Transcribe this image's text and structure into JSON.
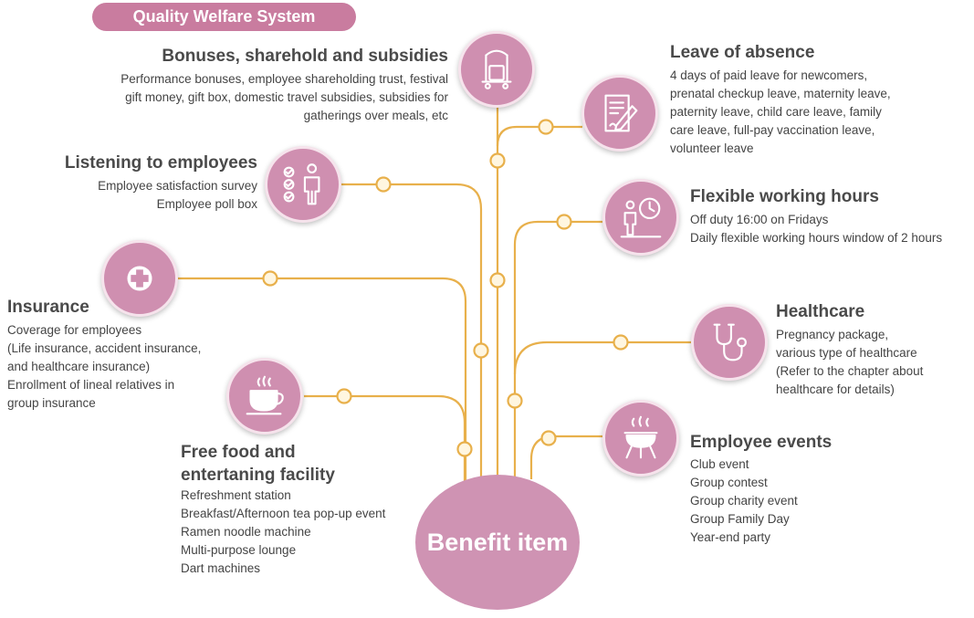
{
  "header": {
    "badge": "Quality Welfare System"
  },
  "center": {
    "label": "Benefit item"
  },
  "colors": {
    "accent": "#cf8fb0",
    "line": "#e8b04b",
    "badge": "#c97c9f"
  },
  "benefits": [
    {
      "id": "bonuses",
      "icon": "luggage-cart-icon",
      "title": "Bonuses, sharehold and subsidies",
      "lines": [
        "Performance bonuses, employee shareholding trust, festival",
        "gift money, gift box, domestic travel subsidies, subsidies for",
        "gatherings over meals, etc"
      ]
    },
    {
      "id": "listening",
      "icon": "checklist-person-icon",
      "title": "Listening to employees",
      "lines": [
        "Employee satisfaction survey",
        "Employee poll box"
      ]
    },
    {
      "id": "insurance",
      "icon": "medical-cross-icon",
      "title": "Insurance",
      "lines": [
        "Coverage for employees",
        "(Life insurance, accident insurance,",
        "and healthcare insurance)",
        "Enrollment of lineal relatives in",
        "group insurance"
      ]
    },
    {
      "id": "food",
      "icon": "coffee-cup-icon",
      "title_lines": [
        "Free food and",
        "entertaning facility"
      ],
      "lines": [
        "Refreshment station",
        "Breakfast/Afternoon tea pop-up event",
        "Ramen noodle machine",
        "Multi-purpose lounge",
        "Dart machines"
      ]
    },
    {
      "id": "leave",
      "icon": "document-pen-icon",
      "title": "Leave of absence",
      "lines": [
        "4 days of paid leave for newcomers,",
        "prenatal checkup leave, maternity leave,",
        "paternity leave, child care leave, family",
        "care leave, full-pay vaccination leave,",
        "volunteer leave"
      ]
    },
    {
      "id": "flexible",
      "icon": "person-clock-icon",
      "title": "Flexible working hours",
      "lines": [
        "Off duty 16:00 on Fridays",
        "Daily flexible working hours window of 2 hours"
      ]
    },
    {
      "id": "healthcare",
      "icon": "stethoscope-icon",
      "title": "Healthcare",
      "lines": [
        "Pregnancy package,",
        "various type of healthcare",
        "(Refer to the chapter about",
        "healthcare for details)"
      ]
    },
    {
      "id": "events",
      "icon": "barbecue-grill-icon",
      "title": "Employee events",
      "lines": [
        "Club event",
        "Group contest",
        "Group charity event",
        "Group Family Day",
        "Year-end party"
      ]
    }
  ]
}
